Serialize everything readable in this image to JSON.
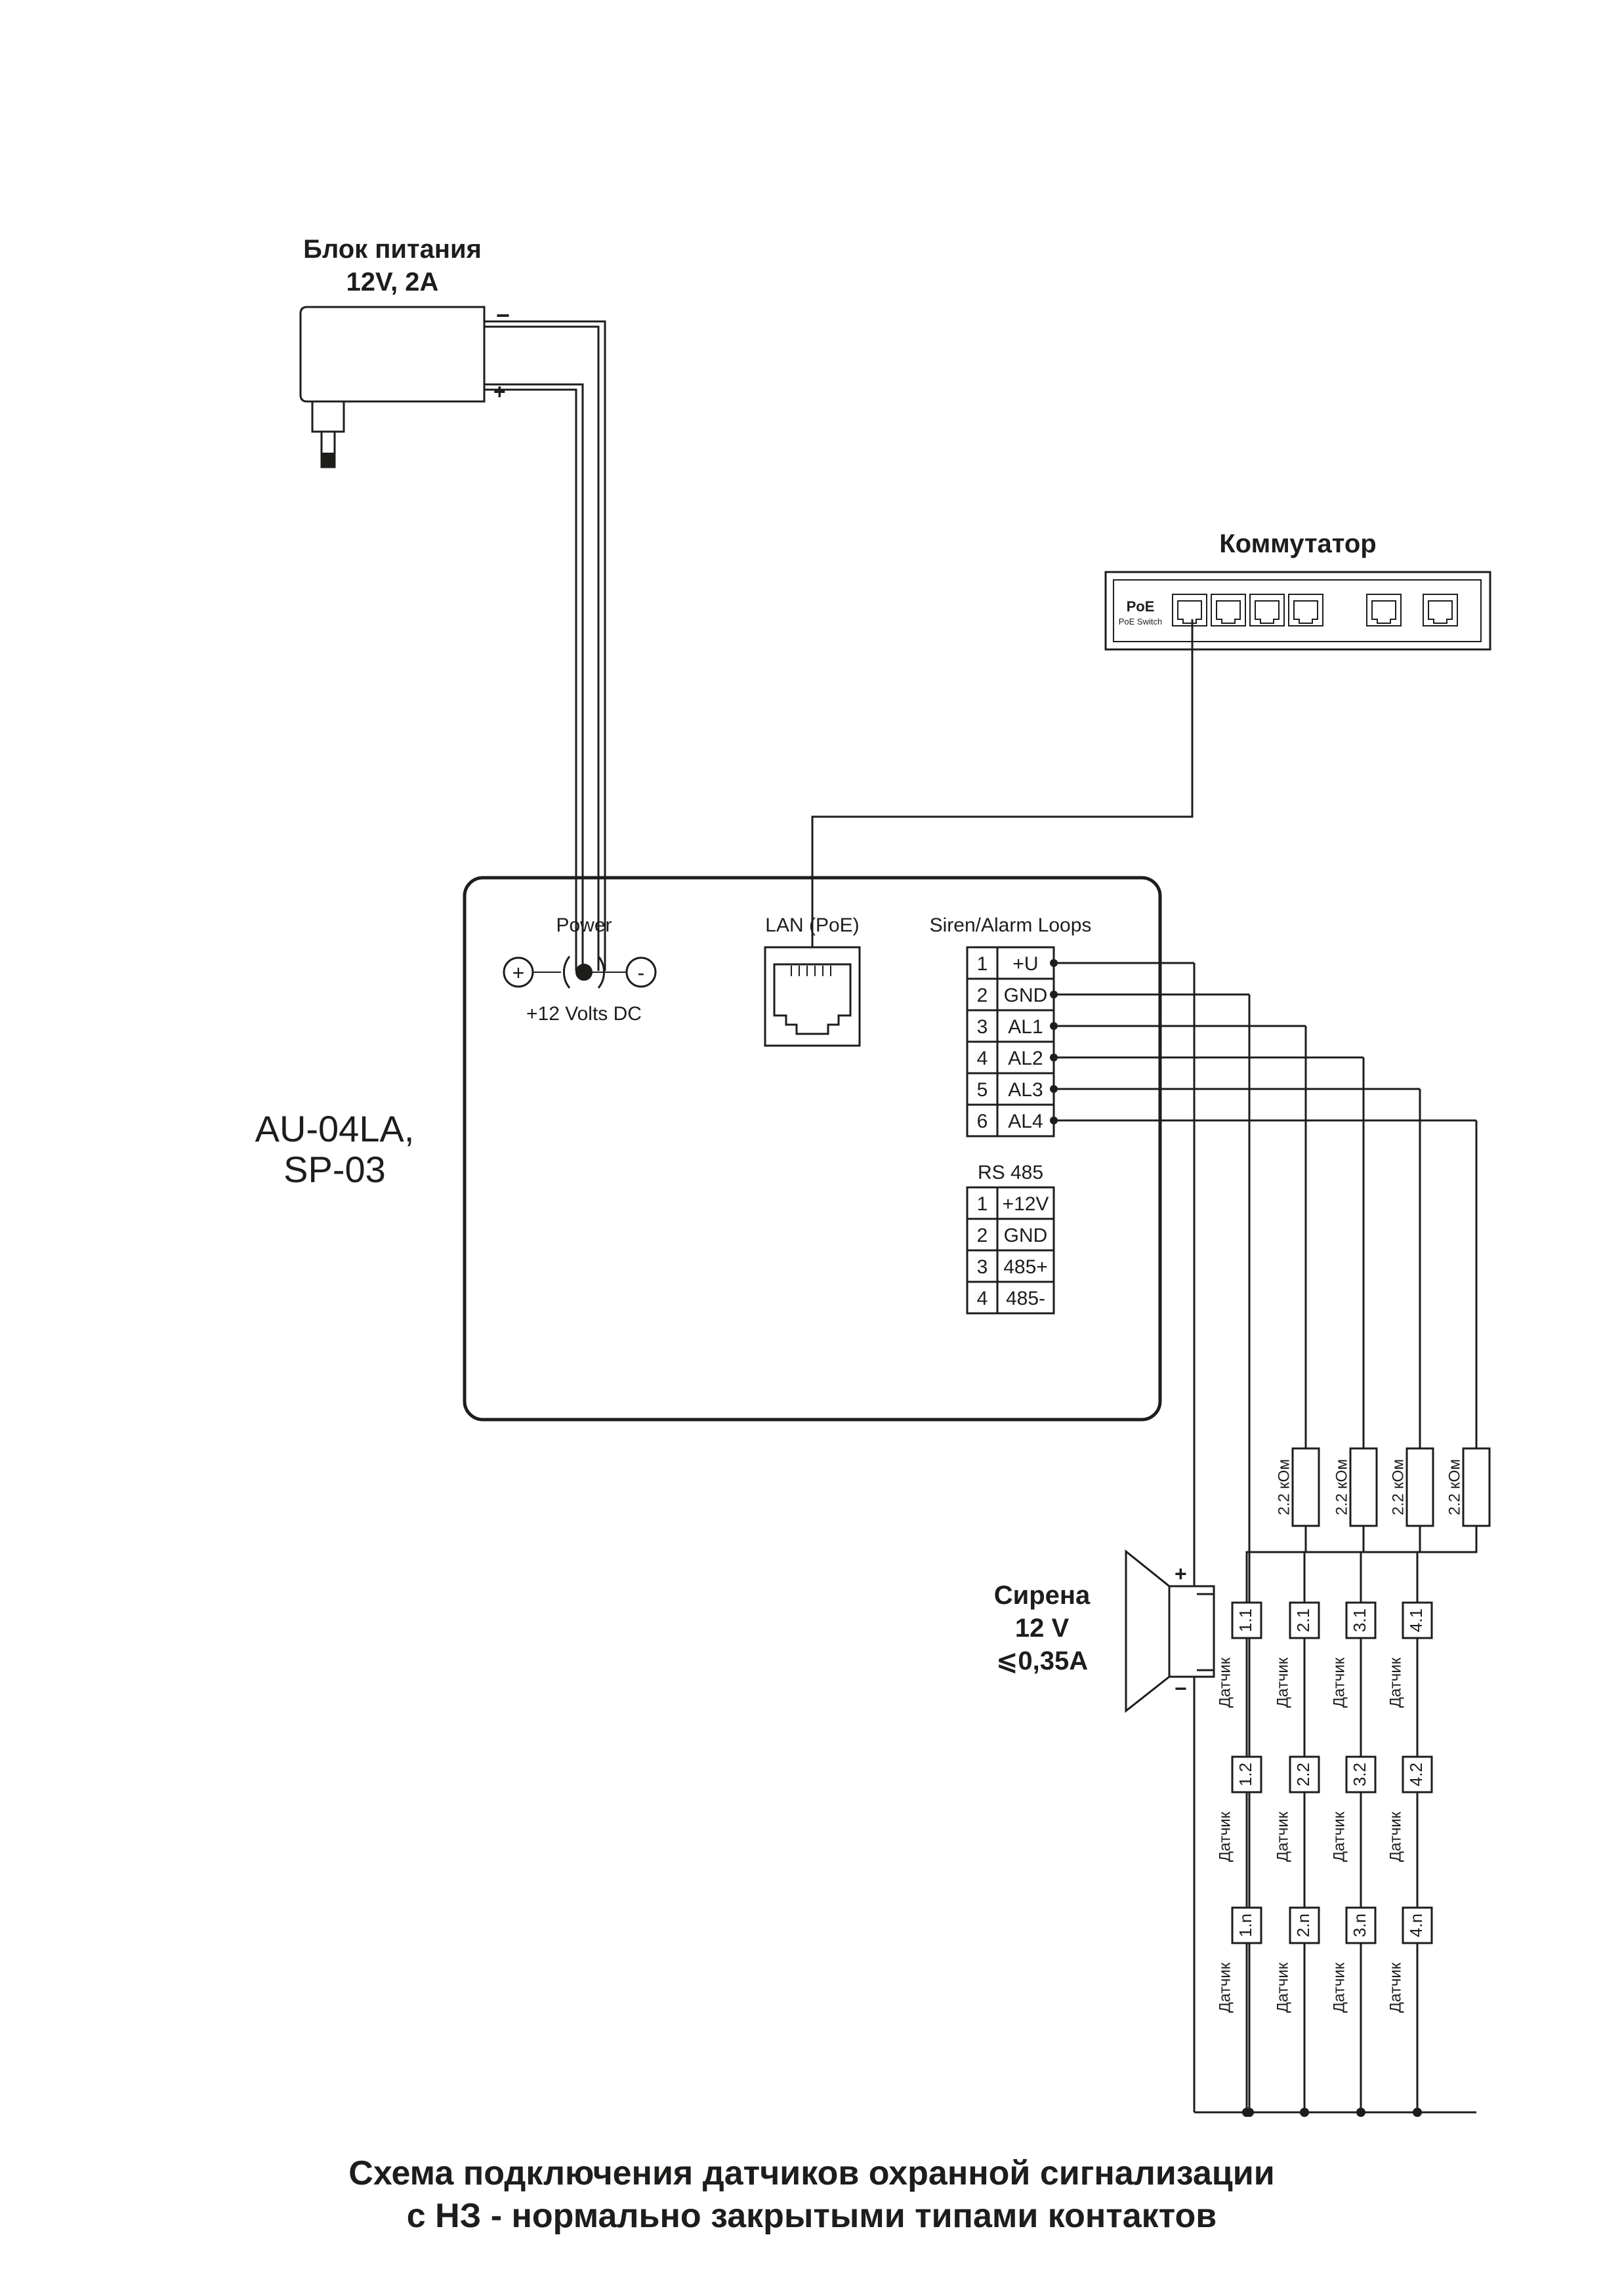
{
  "power_supply": {
    "title": "Блок питания",
    "rating": "12V, 2A",
    "minus": "−",
    "plus": "+"
  },
  "switch": {
    "title": "Коммутатор",
    "brand": "PoE",
    "model": "PoE Switch"
  },
  "device": {
    "name_line1": "AU-04LA,",
    "name_line2": "SP-03"
  },
  "power_input": {
    "label": "Power",
    "voltage": "+12 Volts DC",
    "plus": "+",
    "minus": "-"
  },
  "lan": {
    "label": "LAN (PoE)"
  },
  "alarm_block": {
    "title": "Siren/Alarm Loops",
    "rows": [
      {
        "num": "1",
        "name": "+U"
      },
      {
        "num": "2",
        "name": "GND"
      },
      {
        "num": "3",
        "name": "AL1"
      },
      {
        "num": "4",
        "name": "AL2"
      },
      {
        "num": "5",
        "name": "AL3"
      },
      {
        "num": "6",
        "name": "AL4"
      }
    ]
  },
  "rs485_block": {
    "title": "RS 485",
    "rows": [
      {
        "num": "1",
        "name": "+12V"
      },
      {
        "num": "2",
        "name": "GND"
      },
      {
        "num": "3",
        "name": "485+"
      },
      {
        "num": "4",
        "name": "485-"
      }
    ]
  },
  "resistor_label": "2.2 кОм",
  "sensor_word": "Датчик",
  "loops": [
    {
      "sensors": [
        "1.1",
        "1.2",
        "1.n"
      ]
    },
    {
      "sensors": [
        "2.1",
        "2.2",
        "2.n"
      ]
    },
    {
      "sensors": [
        "3.1",
        "3.2",
        "3.n"
      ]
    },
    {
      "sensors": [
        "4.1",
        "4.2",
        "4.n"
      ]
    }
  ],
  "siren": {
    "line1": "Сирена",
    "line2": "12 V",
    "line3": "⩽0,35A",
    "plus": "+",
    "minus": "−"
  },
  "caption": {
    "line1": "Схема подключения датчиков охранной сигнализации",
    "line2": "с НЗ - нормально закрытыми типами контактов"
  }
}
